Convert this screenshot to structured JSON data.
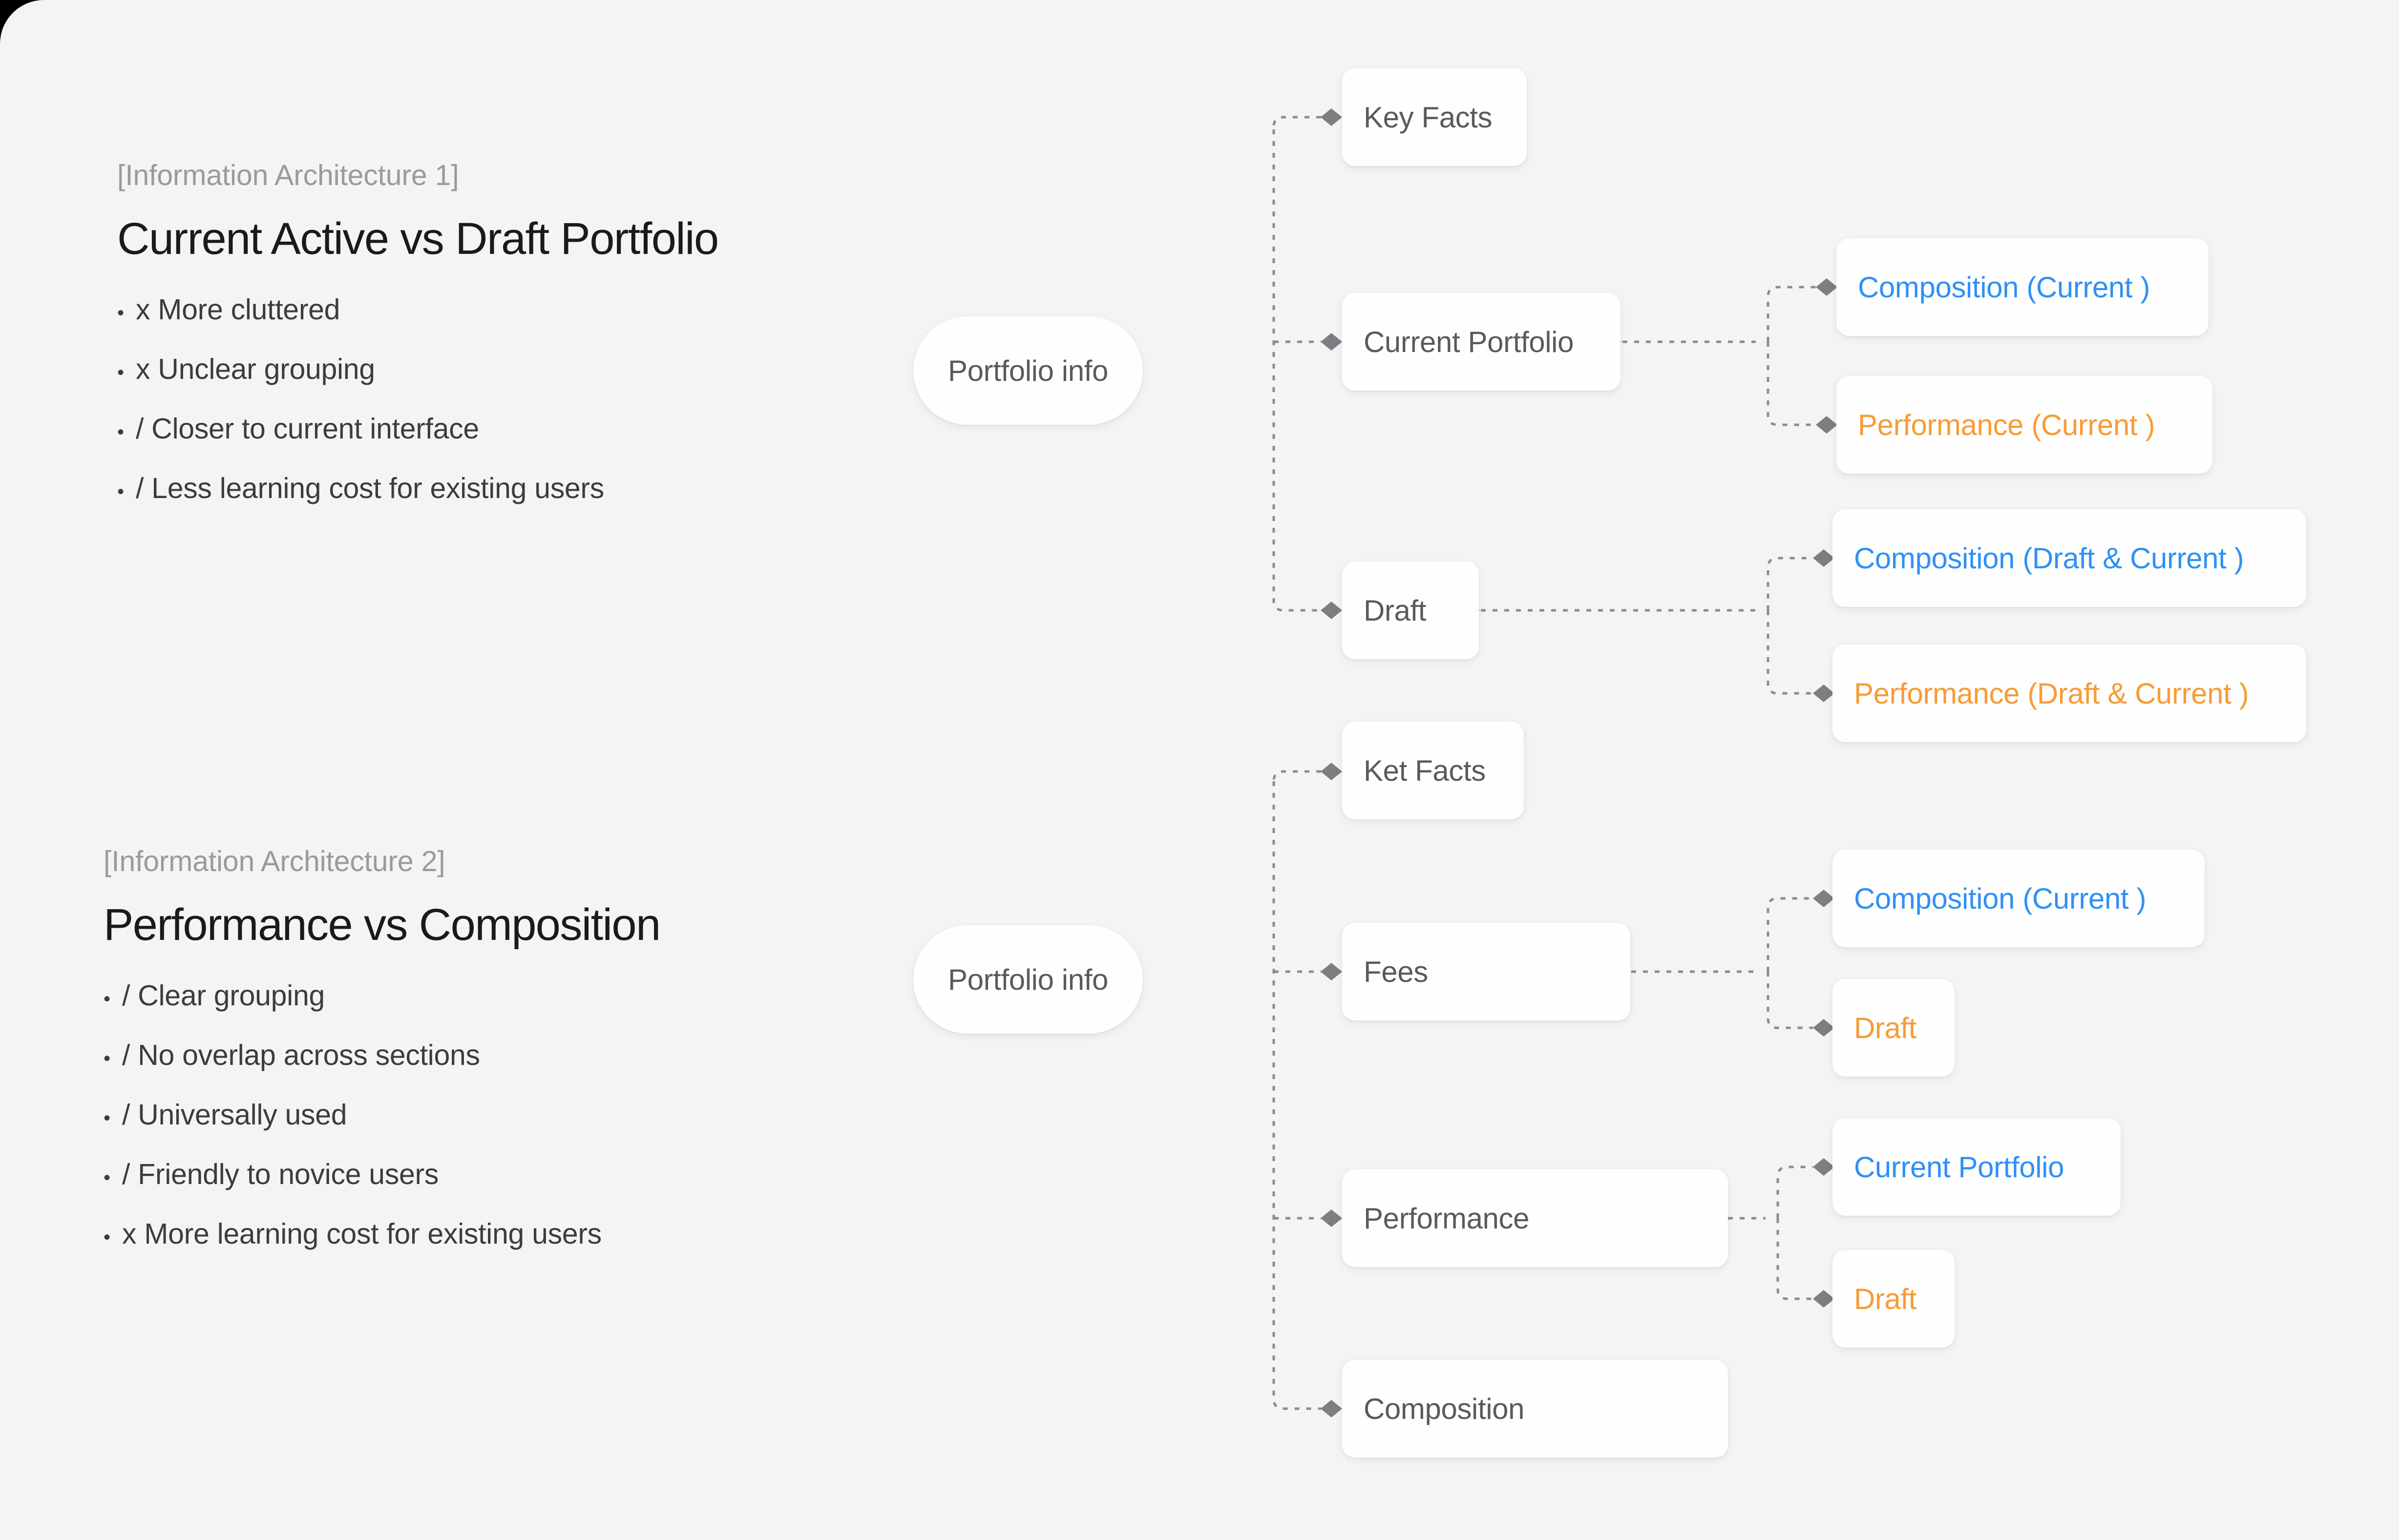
{
  "colors": {
    "background": "#f4f4f5",
    "node_surface": "#fefefe",
    "text_primary": "#1a1a1c",
    "text_muted": "#9a9a9e",
    "node_text": "#5a5a5e",
    "accent_blue": "#2f90f5",
    "accent_orange": "#f79b36",
    "connector": "#8b8b90"
  },
  "sections": [
    {
      "eyebrow": "[Information Architecture 1]",
      "headline": "Current Active vs Draft Portfolio",
      "bullets": [
        "x More cluttered",
        "x Unclear grouping",
        "/ Closer to current interface",
        "/ Less learning cost for existing users"
      ],
      "root_label": "Portfolio info"
    },
    {
      "eyebrow": "[Information Architecture 2]",
      "headline": "Performance vs Composition",
      "bullets": [
        "/ Clear grouping",
        "/ No overlap across sections",
        "/ Universally used",
        "/ Friendly to novice users",
        "x More learning cost for existing users"
      ],
      "root_label": "Portfolio info"
    }
  ],
  "diagram_1": {
    "root": "Portfolio info",
    "level1": [
      {
        "label": "Key Facts",
        "children": []
      },
      {
        "label": "Current Portfolio",
        "children": [
          {
            "label": "Composition (Current )",
            "accent": "blue"
          },
          {
            "label": "Performance (Current )",
            "accent": "orange"
          }
        ]
      },
      {
        "label": "Draft",
        "children": [
          {
            "label": "Composition (Draft & Current )",
            "accent": "blue"
          },
          {
            "label": "Performance (Draft & Current )",
            "accent": "orange"
          }
        ]
      }
    ]
  },
  "diagram_2": {
    "root": "Portfolio info",
    "level1": [
      {
        "label": "Ket Facts",
        "children": []
      },
      {
        "label": "Fees",
        "children": [
          {
            "label": "Composition (Current )",
            "accent": "blue"
          },
          {
            "label": "Draft",
            "accent": "orange"
          }
        ]
      },
      {
        "label": "Performance",
        "children": [
          {
            "label": "Current Portfolio",
            "accent": "blue"
          },
          {
            "label": "Draft",
            "accent": "orange"
          }
        ]
      },
      {
        "label": "Composition",
        "children": []
      }
    ]
  }
}
